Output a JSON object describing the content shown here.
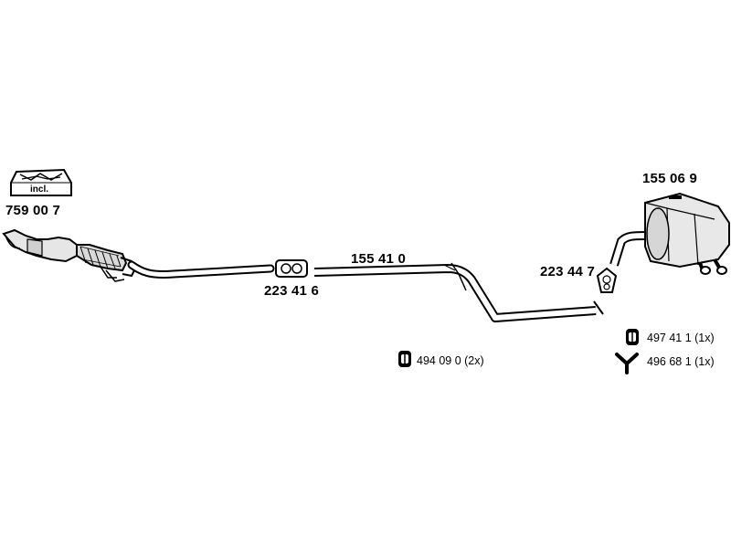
{
  "diagram": {
    "kit_box": {
      "label": "incl.",
      "icon": "kit-box-icon"
    },
    "parts": {
      "catalytic_converter": {
        "number": "759 00 7"
      },
      "clamp_front": {
        "number": "223 41 6"
      },
      "middle_pipe": {
        "number": "155 41 0"
      },
      "clamp_rear": {
        "number": "223 44 7"
      },
      "rear_silencer": {
        "number": "155 06 9"
      }
    },
    "mounting_legend": [
      {
        "icon": "rubber-mount-icon",
        "text": "494 09 0  (2x)"
      },
      {
        "icon": "rubber-mount-icon",
        "text": "497 41 1  (1x)"
      },
      {
        "icon": "hanger-bracket-icon",
        "text": "496 68 1  (1x)"
      }
    ]
  }
}
